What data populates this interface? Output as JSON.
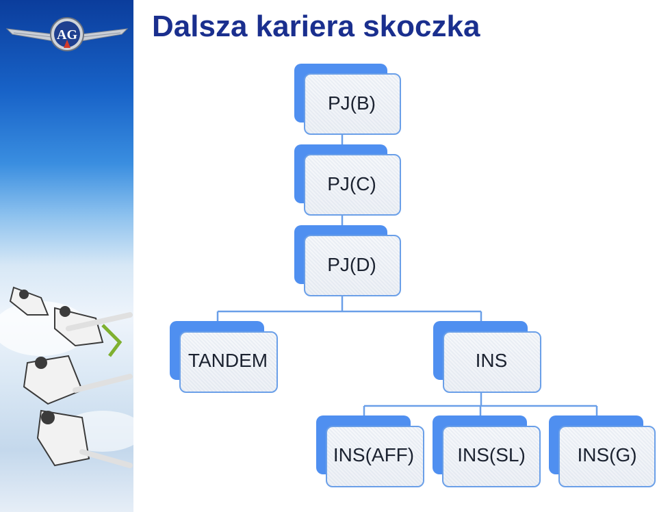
{
  "title": "Dalsza kariera skoczka",
  "logo": {
    "text": "AG"
  },
  "colors": {
    "title": "#1a2f8e",
    "box_back": "#4f8ff0",
    "box_border": "#6a9fe8",
    "connector": "#6a9fe8"
  },
  "nodes": {
    "pjb": "PJ(B)",
    "pjc": "PJ(C)",
    "pjd": "PJ(D)",
    "tandem": "TANDEM",
    "ins": "INS",
    "ins_aff": "INS(AFF)",
    "ins_sl": "INS(SL)",
    "ins_g": "INS(G)"
  }
}
